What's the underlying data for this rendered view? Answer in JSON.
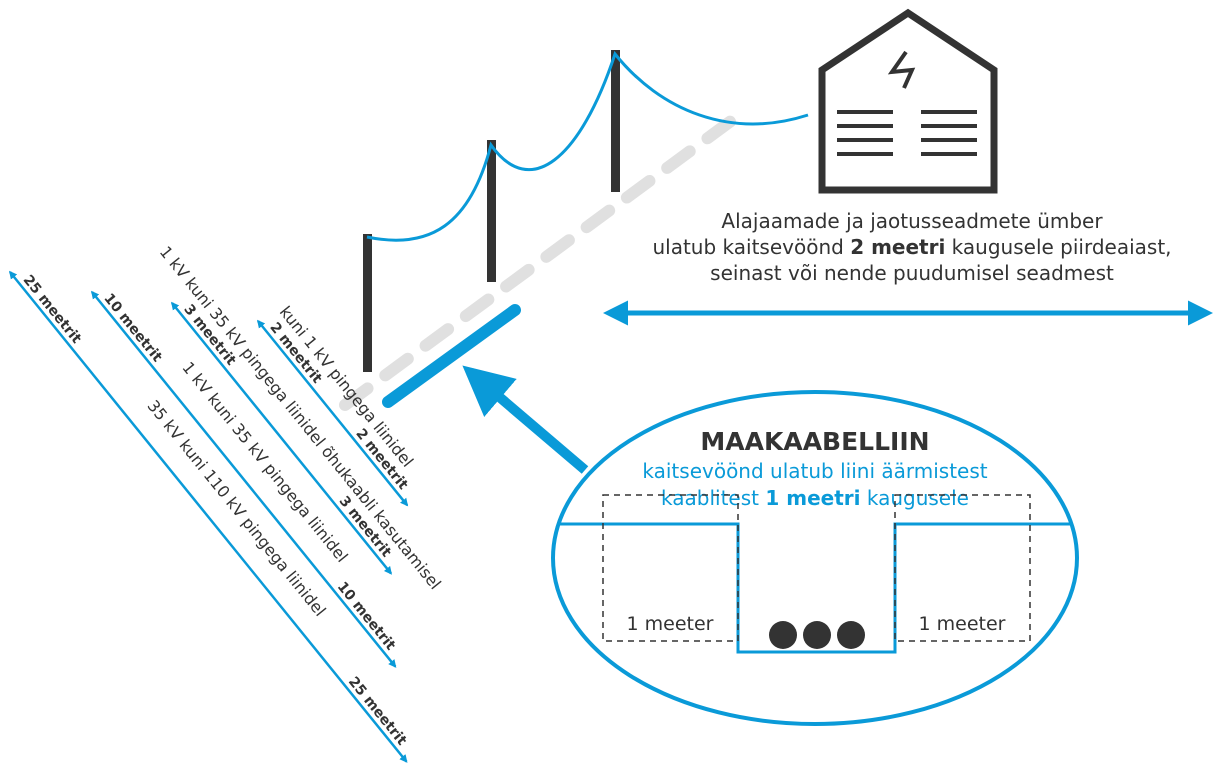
{
  "colors": {
    "accent": "#0a9ad8",
    "dark": "#333333",
    "cable_dash": "#e0e0e0"
  },
  "icons": [
    "substation-building-icon",
    "lightning-icon",
    "utility-pole-icon",
    "cable-conductor-icon"
  ],
  "substation": {
    "line1": "Alajaamade ja jaotusseadmete ümber",
    "line2_a": "ulatub kaitsevöönd ",
    "line2_b": "2 meetri",
    "line2_c": " kaugusele piirdeaiast,",
    "line3": "seinast või nende puudumisel seadmest"
  },
  "underground": {
    "title": "MAAKAABELLIIN",
    "line1": "kaitsevöönd ulatub liini äärmistest",
    "line2_a": "kaablitest ",
    "line2_b": "1 meetri",
    "line2_c": " kaugusele",
    "left_label": "1 meeter",
    "right_label": "1 meeter"
  },
  "zones": [
    {
      "top_label": "2 meetrit",
      "bottom_label": "2 meetrit",
      "desc1": "kuni 1 kV pingega liinidel",
      "desc2": ""
    },
    {
      "top_label": "3 meetrit",
      "bottom_label": "3 meetrit",
      "desc1": "1 kV kuni 35 kV pingega liinidel õhukaabli kasutamisel",
      "desc2": ""
    },
    {
      "top_label": "10 meetrit",
      "bottom_label": "10 meetrit",
      "desc1": "1 kV kuni 35 kV pingega liinidel",
      "desc2": ""
    },
    {
      "top_label": "25 meetrit",
      "bottom_label": "25 meetrit",
      "desc1": "35 kV kuni 110 kV pingega liinidel",
      "desc2": ""
    }
  ]
}
